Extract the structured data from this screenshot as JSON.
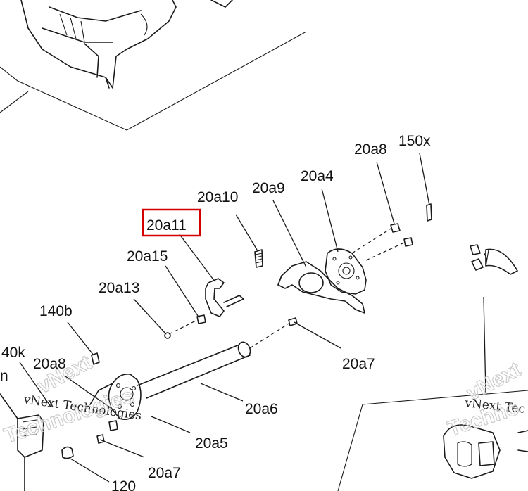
{
  "callouts": {
    "c_20a11": "20a11",
    "c_20a10": "20a10",
    "c_20a9": "20a9",
    "c_20a4": "20a4",
    "c_20a8_top": "20a8",
    "c_150x": "150x",
    "c_20a15": "20a15",
    "c_20a13": "20a13",
    "c_140b": "140b",
    "c_140k": "40k",
    "c_20a8_left": "20a8",
    "c_20a7_right": "20a7",
    "c_20a6": "20a6",
    "c_20a5": "20a5",
    "c_20a7_bottom": "20a7",
    "c_120": "120",
    "c_edge_n": "n"
  },
  "highlighted_callout": "20a11",
  "watermarks": {
    "wm_left_line": "vNext Technologies",
    "wm_right_line": "vNext Tec",
    "wm_left_big_1": "vNext",
    "wm_left_big_2": "Technologies",
    "wm_right_big_1": "vNext",
    "wm_right_big_2": "Techno"
  },
  "colors": {
    "highlight": "#d40000",
    "line": "#1a1a1a",
    "background": "#ffffff"
  }
}
